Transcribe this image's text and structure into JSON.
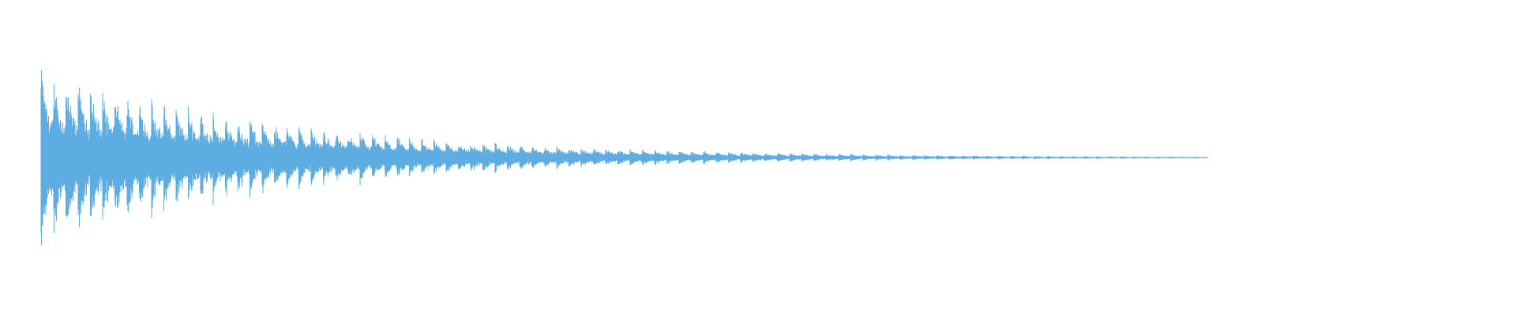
{
  "waveform": {
    "color": "#5dade2",
    "background": "#ffffff",
    "envelope": "exponential-decay",
    "peak_amplitude": 1.0,
    "end_amplitude": 0.01,
    "pulse_count": 95
  }
}
